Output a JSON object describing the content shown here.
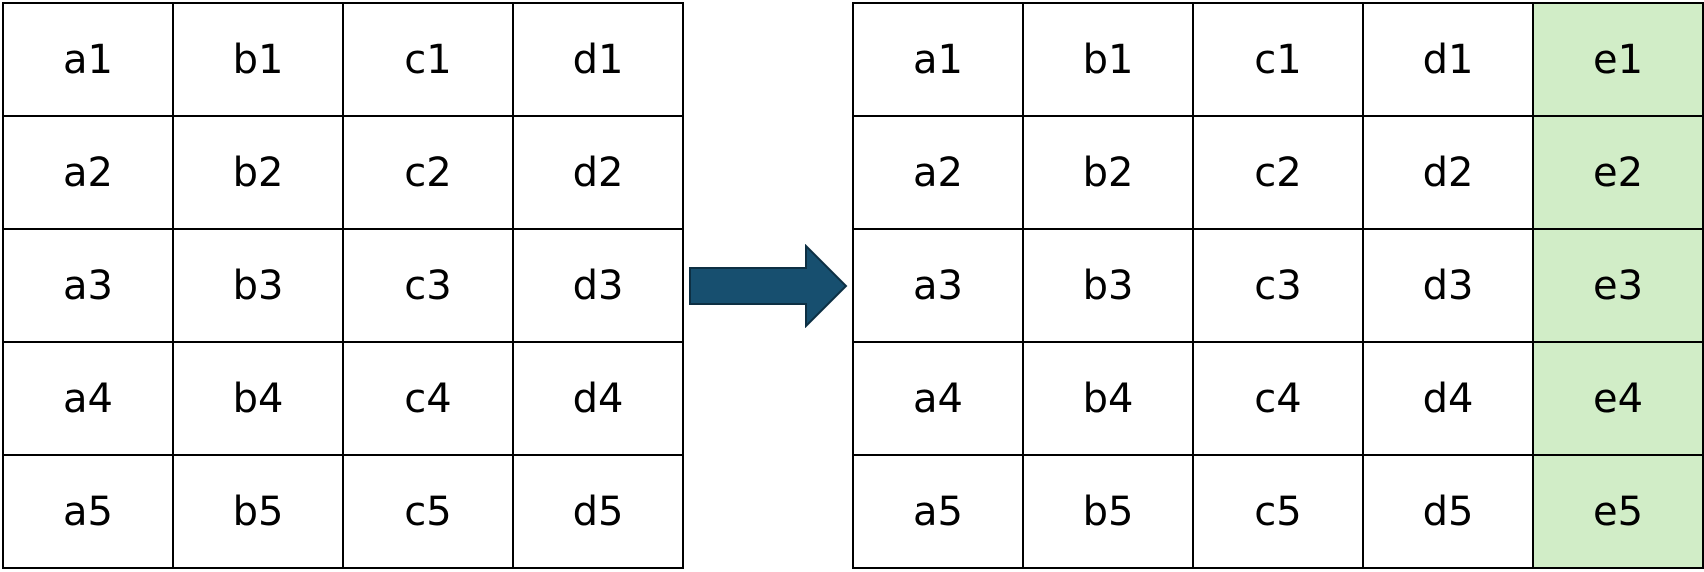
{
  "before_table": {
    "rows": [
      [
        "a1",
        "b1",
        "c1",
        "d1"
      ],
      [
        "a2",
        "b2",
        "c2",
        "d2"
      ],
      [
        "a3",
        "b3",
        "c3",
        "d3"
      ],
      [
        "a4",
        "b4",
        "c4",
        "d4"
      ],
      [
        "a5",
        "b5",
        "c5",
        "d5"
      ]
    ]
  },
  "after_table": {
    "rows": [
      [
        "a1",
        "b1",
        "c1",
        "d1",
        "e1"
      ],
      [
        "a2",
        "b2",
        "c2",
        "d2",
        "e2"
      ],
      [
        "a3",
        "b3",
        "c3",
        "d3",
        "e3"
      ],
      [
        "a4",
        "b4",
        "c4",
        "d4",
        "e4"
      ],
      [
        "a5",
        "b5",
        "c5",
        "d5",
        "e5"
      ]
    ],
    "highlighted_column_index": 4
  },
  "arrow": {
    "icon": "right-arrow-icon",
    "fill": "#174f6f"
  },
  "colors": {
    "cell_border": "#000000",
    "highlight_fill": "#d1edc7",
    "text": "#000000"
  }
}
